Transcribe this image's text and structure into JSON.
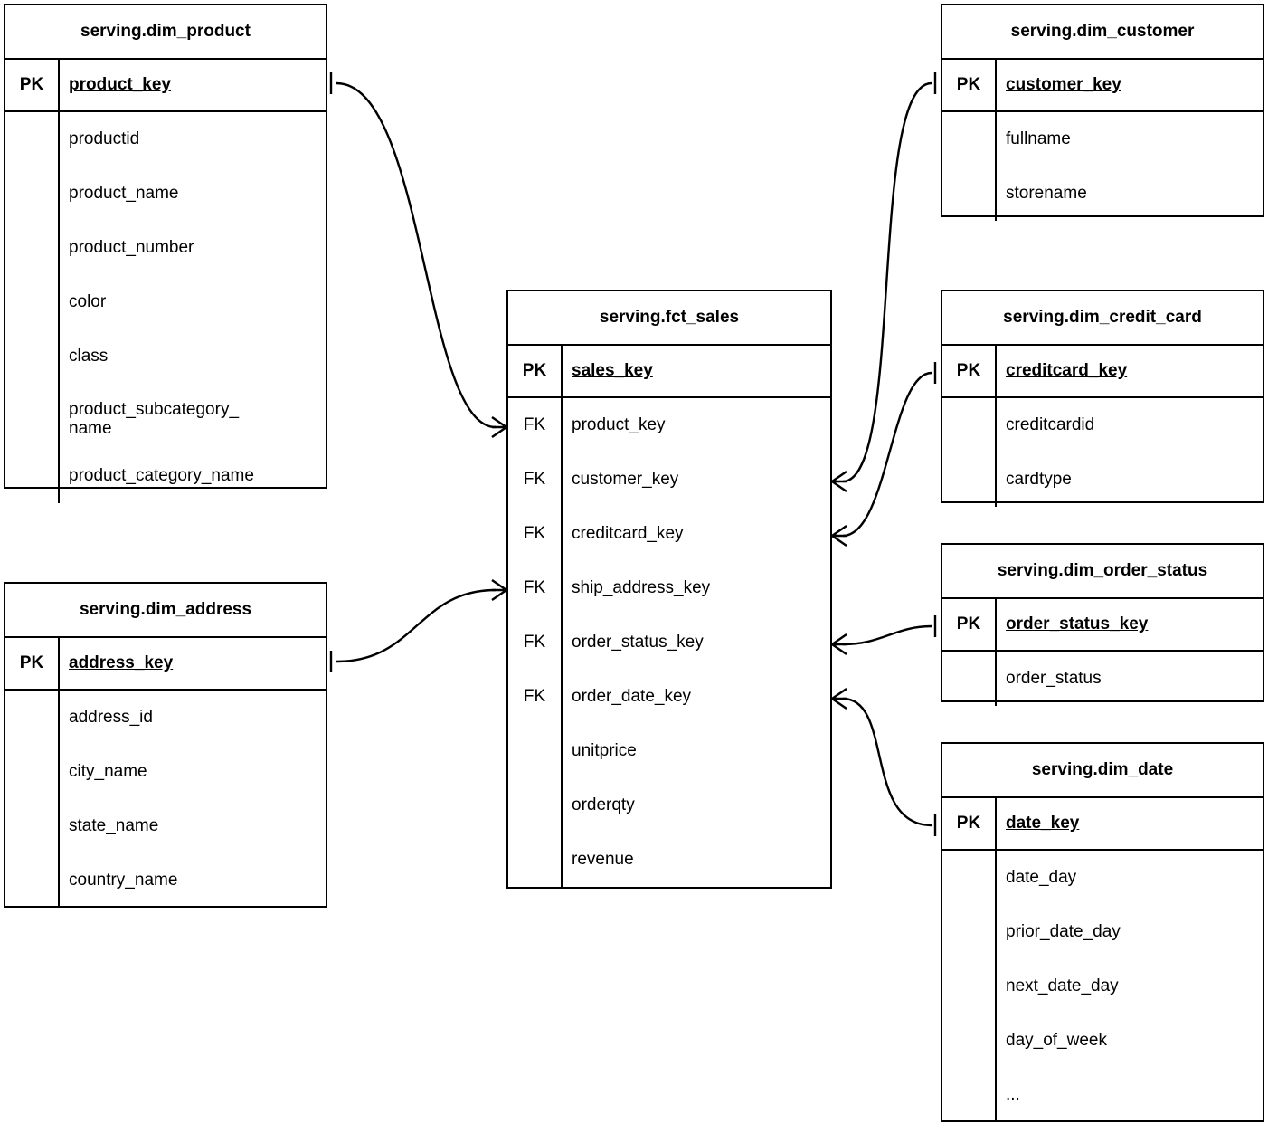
{
  "diagram": {
    "title": "Star schema ER diagram",
    "notation": "crow-foot",
    "background": "#ffffff",
    "line_color": "#000000"
  },
  "entities": [
    {
      "id": "dim_product",
      "name": "serving.dim_product",
      "pk_label": "PK",
      "pk_field": "product_key",
      "attributes": [
        {
          "key": "",
          "field": "productid"
        },
        {
          "key": "",
          "field": "product_name"
        },
        {
          "key": "",
          "field": "product_number"
        },
        {
          "key": "",
          "field": "color"
        },
        {
          "key": "",
          "field": "class"
        },
        {
          "key": "",
          "field": "product_subcategory_\nname"
        },
        {
          "key": "",
          "field": "product_category_name"
        }
      ]
    },
    {
      "id": "dim_address",
      "name": "serving.dim_address",
      "pk_label": "PK",
      "pk_field": "address_key",
      "attributes": [
        {
          "key": "",
          "field": "address_id"
        },
        {
          "key": "",
          "field": "city_name"
        },
        {
          "key": "",
          "field": "state_name"
        },
        {
          "key": "",
          "field": "country_name"
        }
      ]
    },
    {
      "id": "fct_sales",
      "name": "serving.fct_sales",
      "pk_label": "PK",
      "pk_field": "sales_key",
      "attributes": [
        {
          "key": "FK",
          "field": "product_key"
        },
        {
          "key": "FK",
          "field": "customer_key"
        },
        {
          "key": "FK",
          "field": "creditcard_key"
        },
        {
          "key": "FK",
          "field": "ship_address_key"
        },
        {
          "key": "FK",
          "field": "order_status_key"
        },
        {
          "key": "FK",
          "field": "order_date_key"
        },
        {
          "key": "",
          "field": "unitprice"
        },
        {
          "key": "",
          "field": "orderqty"
        },
        {
          "key": "",
          "field": "revenue"
        }
      ]
    },
    {
      "id": "dim_customer",
      "name": "serving.dim_customer",
      "pk_label": "PK",
      "pk_field": "customer_key",
      "attributes": [
        {
          "key": "",
          "field": "fullname"
        },
        {
          "key": "",
          "field": "storename"
        }
      ]
    },
    {
      "id": "dim_credit_card",
      "name": "serving.dim_credit_card",
      "pk_label": "PK",
      "pk_field": "creditcard_key",
      "attributes": [
        {
          "key": "",
          "field": "creditcardid"
        },
        {
          "key": "",
          "field": "cardtype"
        }
      ]
    },
    {
      "id": "dim_order_status",
      "name": "serving.dim_order_status",
      "pk_label": "PK",
      "pk_field": "order_status_key",
      "attributes": [
        {
          "key": "",
          "field": "order_status"
        }
      ]
    },
    {
      "id": "dim_date",
      "name": "serving.dim_date",
      "pk_label": "PK",
      "pk_field": "date_key",
      "attributes": [
        {
          "key": "",
          "field": "date_day"
        },
        {
          "key": "",
          "field": "prior_date_day"
        },
        {
          "key": "",
          "field": "next_date_day"
        },
        {
          "key": "",
          "field": "day_of_week"
        },
        {
          "key": "",
          "field": "..."
        }
      ]
    }
  ],
  "relationships": [
    {
      "from": "dim_product.product_key",
      "to": "fct_sales.product_key",
      "from_cardinality": "one",
      "to_cardinality": "many"
    },
    {
      "from": "dim_address.address_key",
      "to": "fct_sales.ship_address_key",
      "from_cardinality": "one",
      "to_cardinality": "many"
    },
    {
      "from": "dim_customer.customer_key",
      "to": "fct_sales.customer_key",
      "from_cardinality": "one",
      "to_cardinality": "many"
    },
    {
      "from": "dim_credit_card.creditcard_key",
      "to": "fct_sales.creditcard_key",
      "from_cardinality": "one",
      "to_cardinality": "many"
    },
    {
      "from": "dim_order_status.order_status_key",
      "to": "fct_sales.order_status_key",
      "from_cardinality": "one",
      "to_cardinality": "many"
    },
    {
      "from": "dim_date.date_key",
      "to": "fct_sales.order_date_key",
      "from_cardinality": "one",
      "to_cardinality": "many"
    }
  ]
}
